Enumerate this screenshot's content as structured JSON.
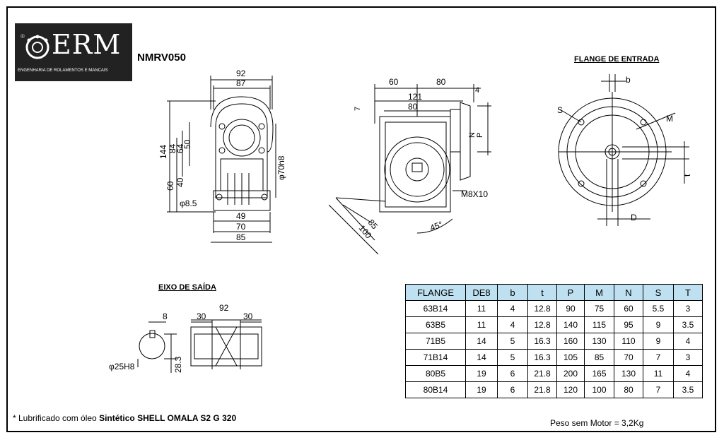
{
  "logo": {
    "brand": "ERM",
    "tagline": "ENGENHARIA DE ROLAMENTOS E MANCAIS",
    "reg": "®"
  },
  "model": "NMRV050",
  "headings": {
    "flange_entrada": "FLANGE DE ENTRADA",
    "eixo_saida": "EIXO DE SAÍDA"
  },
  "dims_left": {
    "d92": "92",
    "d87": "87",
    "d144": "144",
    "d84": "84",
    "d64": "64",
    "d50": "50",
    "d60": "60",
    "d40": "40",
    "phi70h8": "φ70h8",
    "phi8_5": "φ8.5",
    "d49": "49",
    "d70": "70",
    "d85": "85"
  },
  "dims_mid": {
    "d60": "60",
    "d80a": "80",
    "d4": "4",
    "d121": "121",
    "d80b": "80",
    "d7": "7",
    "N": "N",
    "P": "P",
    "M8x10": "M8X10",
    "d85": "85",
    "d100": "100",
    "a45": "45°"
  },
  "dims_flange": {
    "b": "b",
    "S": "S",
    "M": "M",
    "t": "t",
    "D": "D"
  },
  "dims_shaft": {
    "d8": "8",
    "phi25h8": "φ25H8",
    "d28_3": "28.3",
    "d92": "92",
    "d30a": "30",
    "d30b": "30"
  },
  "table": {
    "headers": [
      "FLANGE",
      "DE8",
      "b",
      "t",
      "P",
      "M",
      "N",
      "S",
      "T"
    ],
    "rows": [
      [
        "63B14",
        "11",
        "4",
        "12.8",
        "90",
        "75",
        "60",
        "5.5",
        "3"
      ],
      [
        "63B5",
        "11",
        "4",
        "12.8",
        "140",
        "115",
        "95",
        "9",
        "3.5"
      ],
      [
        "71B5",
        "14",
        "5",
        "16.3",
        "160",
        "130",
        "110",
        "9",
        "4"
      ],
      [
        "71B14",
        "14",
        "5",
        "16.3",
        "105",
        "85",
        "70",
        "7",
        "3"
      ],
      [
        "80B5",
        "19",
        "6",
        "21.8",
        "200",
        "165",
        "130",
        "11",
        "4"
      ],
      [
        "80B14",
        "19",
        "6",
        "21.8",
        "120",
        "100",
        "80",
        "7",
        "3.5"
      ]
    ]
  },
  "footnote": {
    "prefix": "* Lubrificado com óleo ",
    "bold": "Sintético SHELL OMALA S2 G 320"
  },
  "weight": "Peso sem Motor = 3,2Kg"
}
